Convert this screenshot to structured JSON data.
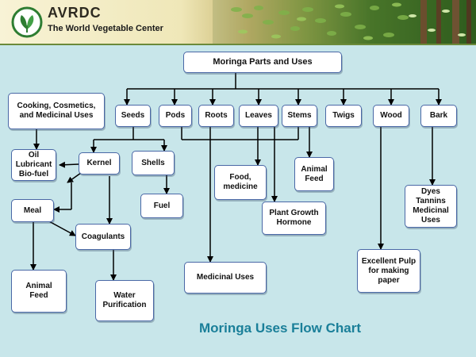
{
  "header": {
    "brand_name": "AVRDC",
    "brand_tagline": "The World Vegetable Center"
  },
  "diagram": {
    "title": "Moringa Uses Flow Chart",
    "nodes": {
      "root": "Moringa Parts and Uses",
      "cooking": "Cooking, Cosmetics,\nand Medicinal Uses",
      "seeds": "Seeds",
      "pods": "Pods",
      "roots": "Roots",
      "leaves": "Leaves",
      "stems": "Stems",
      "twigs": "Twigs",
      "wood": "Wood",
      "bark": "Bark",
      "oil": "Oil\nLubricant\nBio-fuel",
      "kernel": "Kernel",
      "shells": "Shells",
      "meal": "Meal",
      "fuel": "Fuel",
      "coagulants": "Coagulants",
      "animal_feed_left": "Animal\nFeed",
      "water": "Water\nPurification",
      "food": "Food,\nmedicine",
      "animal_feed_stems": "Animal\nFeed",
      "plant_growth": "Plant Growth\nHormone",
      "medicinal": "Medicinal Uses",
      "dyes": "Dyes\nTannins\nMedicinal\nUses",
      "pulp": "Excellent Pulp\nfor making\npaper"
    }
  }
}
